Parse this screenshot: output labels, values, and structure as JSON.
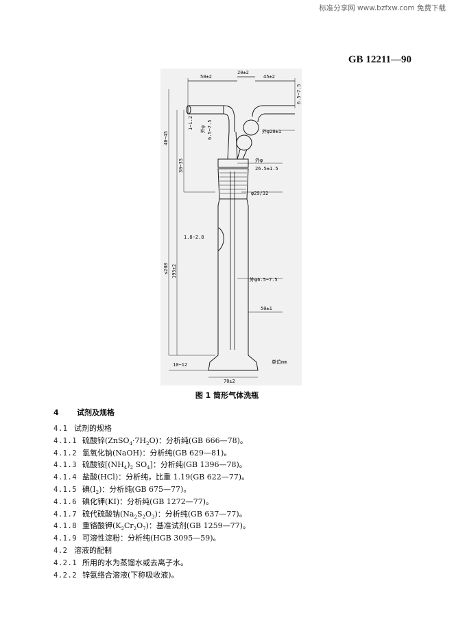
{
  "watermark": "标准分享网 www.bzfxw.com 免费下载",
  "standard_number": "GB 12211—90",
  "figure": {
    "caption": "图 1   筒形气体洗瓶",
    "labels": {
      "d50": "50±2",
      "d20": "20±2",
      "d45": "45±2",
      "d65": "6.5~7.5",
      "d12": "1~1.2",
      "outer_phi_a": "外φ",
      "outer_phi_a_val": "6.5~7.5",
      "outer_phi_20": "外φ20±1",
      "d4045": "40~45",
      "d3035": "30~35",
      "outer_phi_b": "外φ",
      "outer_phi_b_val": "26.5±1.5",
      "phi2932": "φ29/32",
      "d1828": "1.8~2.8",
      "le208": "≤208",
      "d195": "195±2",
      "outer_phi_c": "外φ6.5~7.5",
      "d50b": "50±1",
      "unit": "单位mm",
      "d1012": "10~12",
      "d70": "70±2"
    }
  },
  "section": {
    "number": "4",
    "title": "试剂及规格"
  },
  "items": [
    {
      "num": "4.1",
      "text": "试剂的规格"
    },
    {
      "num": "4.1.1",
      "text": "硫酸锌(ZnSO4·7H2O)：分析纯(GB 666—78)。"
    },
    {
      "num": "4.1.2",
      "text": "氢氧化钠(NaOH)：分析纯(GB 629—81)。"
    },
    {
      "num": "4.1.3",
      "text": "硫酸铵[(NH4)2 SO4]：分析纯(GB 1396—78)。"
    },
    {
      "num": "4.1.4",
      "text": "盐酸(HCl)：分析纯，比重 1.19(GB 622—77)。"
    },
    {
      "num": "4.1.5",
      "text": "碘(I2)：分析纯(GB 675—77)。"
    },
    {
      "num": "4.1.6",
      "text": "碘化钾(KI)：分析纯(GB 1272—77)。"
    },
    {
      "num": "4.1.7",
      "text": "硫代硫酸钠(Na2S2O3)：分析纯(GB 637—77)。"
    },
    {
      "num": "4.1.8",
      "text": "重铬酸钾(K2Cr2O7)：基准试剂(GB 1259—77)。"
    },
    {
      "num": "4.1.9",
      "text": "可溶性淀粉：分析纯(HGB 3095—59)。"
    },
    {
      "num": "4.2",
      "text": "溶液的配制"
    },
    {
      "num": "4.2.1",
      "text": "所用的水为蒸馏水或去离子水。"
    },
    {
      "num": "4.2.2",
      "text": "锌氨络合溶液(下称吸收液)。"
    }
  ]
}
